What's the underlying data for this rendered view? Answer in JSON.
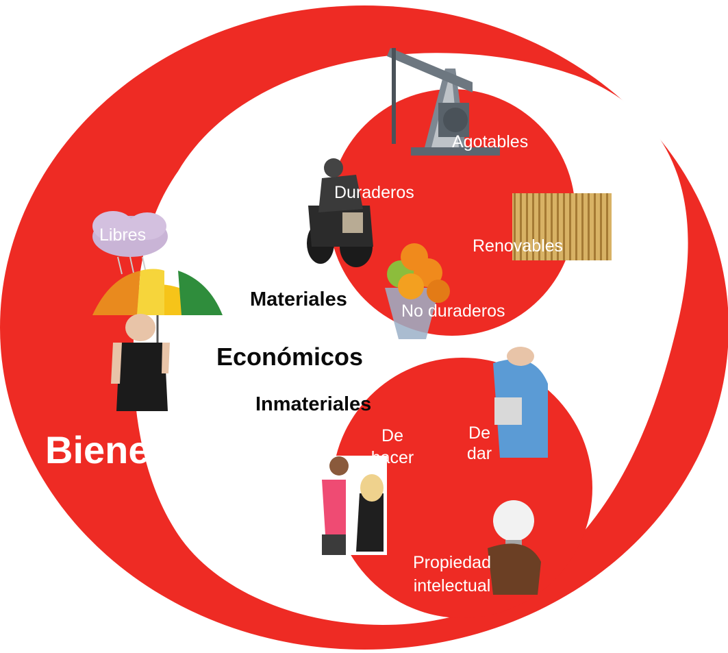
{
  "labels": {
    "bienes": "Bienes",
    "libres": "Libres",
    "economicos": "Económicos",
    "materiales": "Materiales",
    "inmateriales": "Inmateriales",
    "agotables": "Agotables",
    "duraderos": "Duraderos",
    "renovables": "Renovables",
    "no_duraderos": "No duraderos",
    "de_hacer_1": "De",
    "de_hacer_2": "hacer",
    "de_dar_1": "De",
    "de_dar_2": "dar",
    "propiedad_1": "Propiedad",
    "propiedad_2": "intelectual"
  },
  "colors": {
    "red": "#ee2b24",
    "white": "#ffffff",
    "text_dark": "#0a0a0a"
  },
  "icons": [
    "oil-pumpjack-icon",
    "motorcycle-rider-icon",
    "wheat-icon",
    "fruit-bowl-icon",
    "rain-cloud-icon",
    "umbrella-woman-icon",
    "nurse-icon",
    "hairdresser-icon",
    "lightbulb-hand-icon"
  ]
}
